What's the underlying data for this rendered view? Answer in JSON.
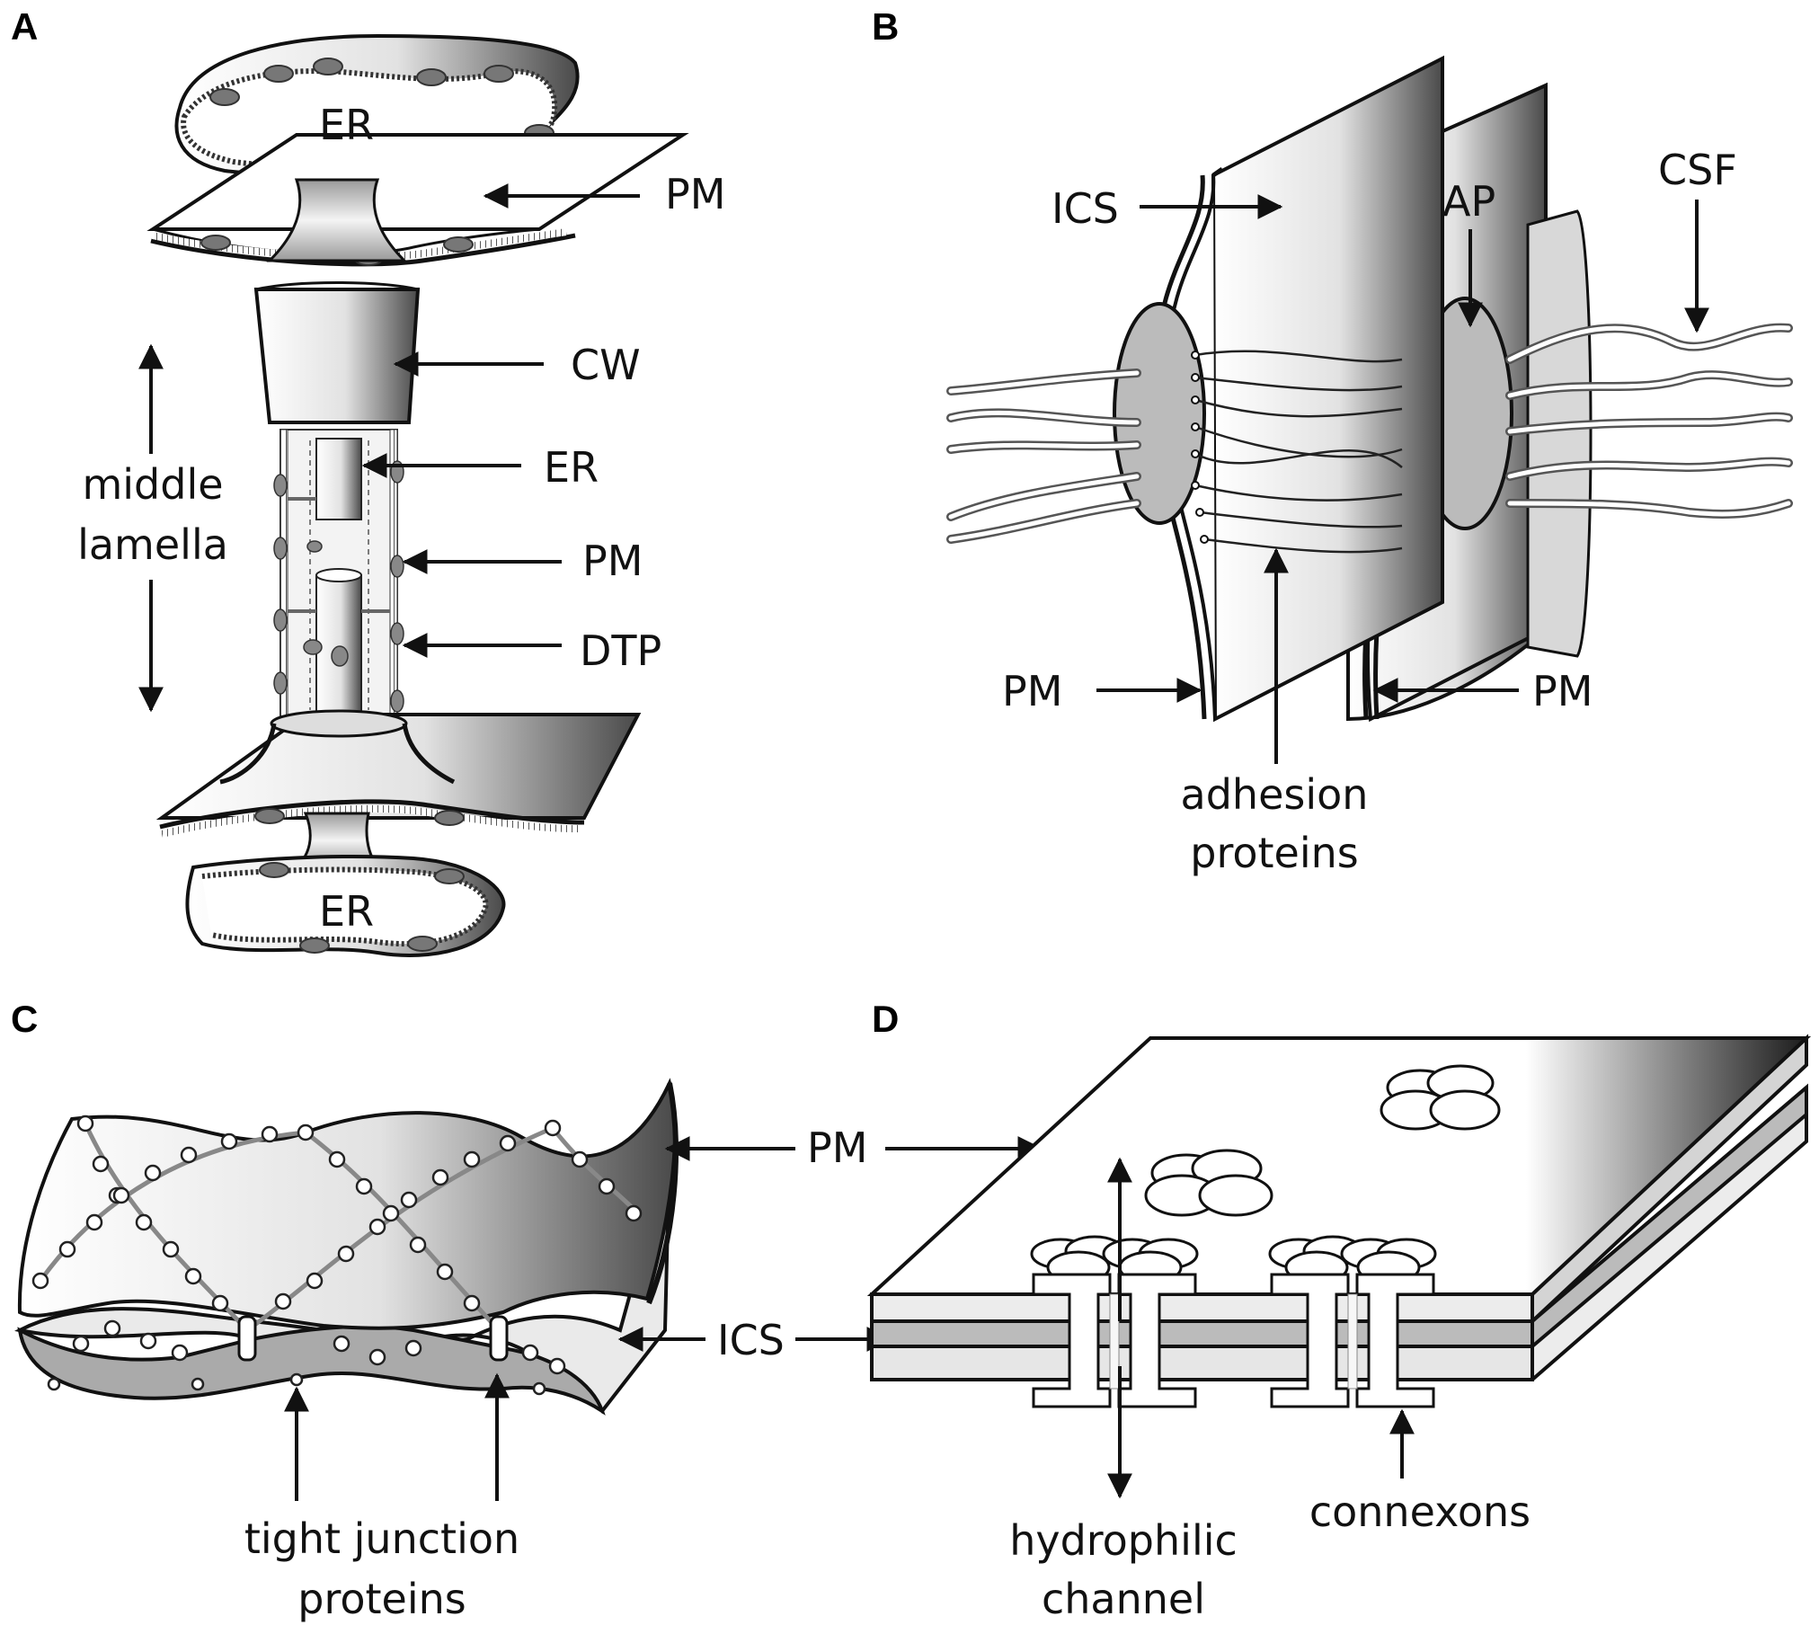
{
  "panels": {
    "a": {
      "letter": "A",
      "labels": {
        "er_top": "ER",
        "pm_top": "PM",
        "cw": "CW",
        "er_mid": "ER",
        "pm_mid": "PM",
        "dtp": "DTP",
        "middle": "middle",
        "lamella": "lamella",
        "er_bottom": "ER"
      }
    },
    "b": {
      "letter": "B",
      "labels": {
        "ics": "ICS",
        "ap": "AP",
        "csf": "CSF",
        "pm_left": "PM",
        "pm_right": "PM",
        "adhesion": "adhesion",
        "proteins": "proteins"
      }
    },
    "c": {
      "letter": "C",
      "labels": {
        "pm": "PM",
        "ics": "ICS",
        "tight": "tight junction",
        "proteins": "proteins"
      }
    },
    "d": {
      "letter": "D",
      "labels": {
        "hydrophilic": "hydrophilic",
        "channel": "channel",
        "connexons": "connexons"
      }
    }
  },
  "colors": {
    "ink": "#111111",
    "fill_light": "#f2f2f2",
    "fill_mid": "#c8c8c8",
    "fill_dark": "#777777"
  }
}
